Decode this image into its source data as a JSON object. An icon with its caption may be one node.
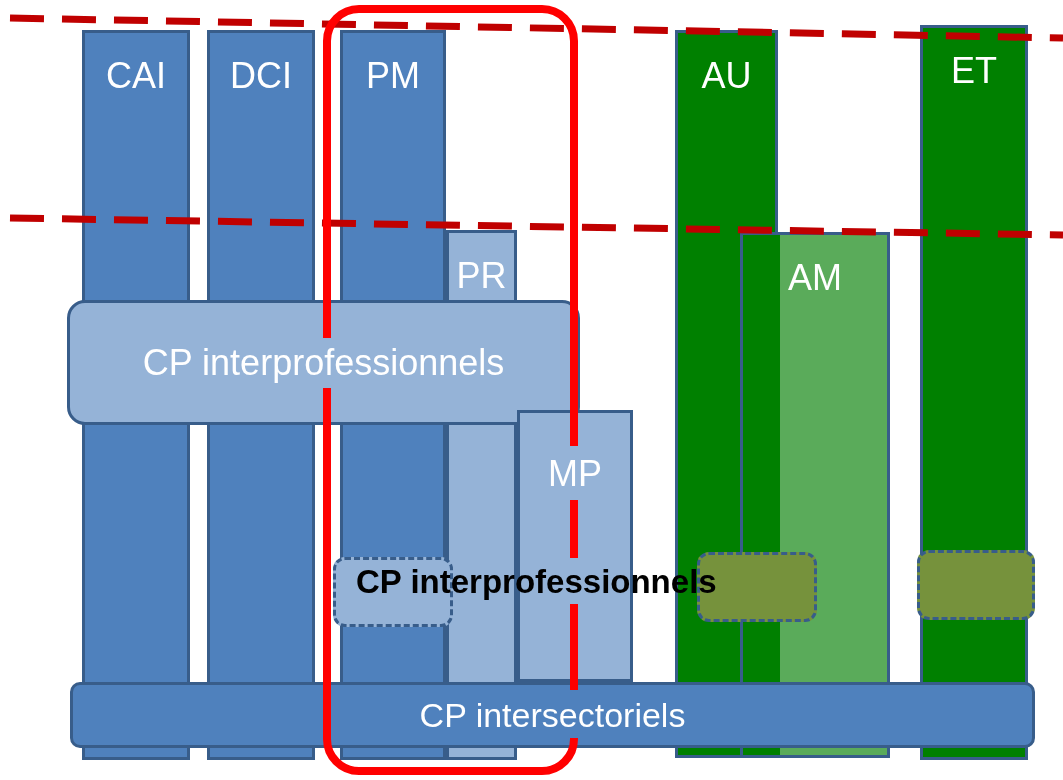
{
  "diagram": {
    "nodes": [
      {
        "text": [
          "CAI"
        ]
      },
      {
        "text": [
          "DCI"
        ]
      },
      {
        "text": [
          "PM"
        ]
      },
      {
        "text": [
          "AU"
        ]
      },
      {
        "text": [
          "ET"
        ]
      },
      {
        "text": [
          "PR"
        ]
      },
      {
        "text": [
          "AM"
        ]
      },
      {
        "text": [
          "CP interprofessionnels"
        ]
      },
      {
        "text": [
          "MP"
        ]
      },
      {
        "text": [],
        "shape": "box"
      },
      {
        "text": [],
        "shape": "box"
      },
      {
        "text": [],
        "shape": "box"
      },
      {
        "text": [
          "CP intersectoriels"
        ]
      }
    ],
    "edges": [],
    "labels": [
      "CP interprofessionnels"
    ]
  }
}
